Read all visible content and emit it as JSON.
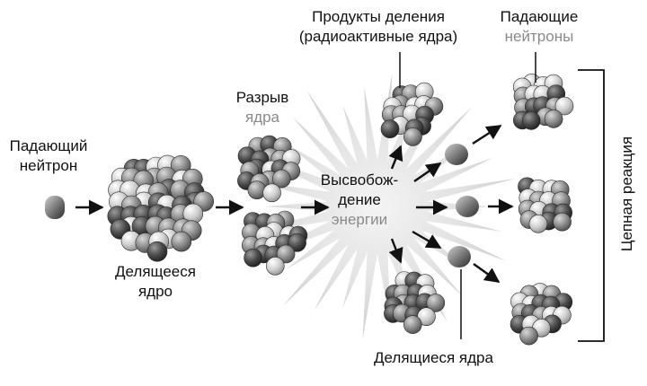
{
  "labels": {
    "incoming_neutron_l1": "Падающий",
    "incoming_neutron_l2": "нейтрон",
    "fissile_nucleus_l1": "Делящееся",
    "fissile_nucleus_l2": "ядро",
    "rupture_l1": "Разрыв",
    "rupture_l2": "ядра",
    "energy_l1": "Высвобож-",
    "energy_l2": "дение",
    "energy_l3": "энергии",
    "fission_products_l1": "Продукты деления",
    "fission_products_l2": "(радиоактивные ядра)",
    "falling_neutrons_l1": "Падающие",
    "falling_neutrons_l2": "нейтроны",
    "fissile_nuclei": "Делящиеся ядра",
    "chain_reaction": "Цепная реакция"
  },
  "colors": {
    "proton": "#4a4a4a",
    "neutron": "#bdbdbd",
    "neutral": "#8c8c8c",
    "arrow": "#111111",
    "burst": "#d6d6d6"
  }
}
